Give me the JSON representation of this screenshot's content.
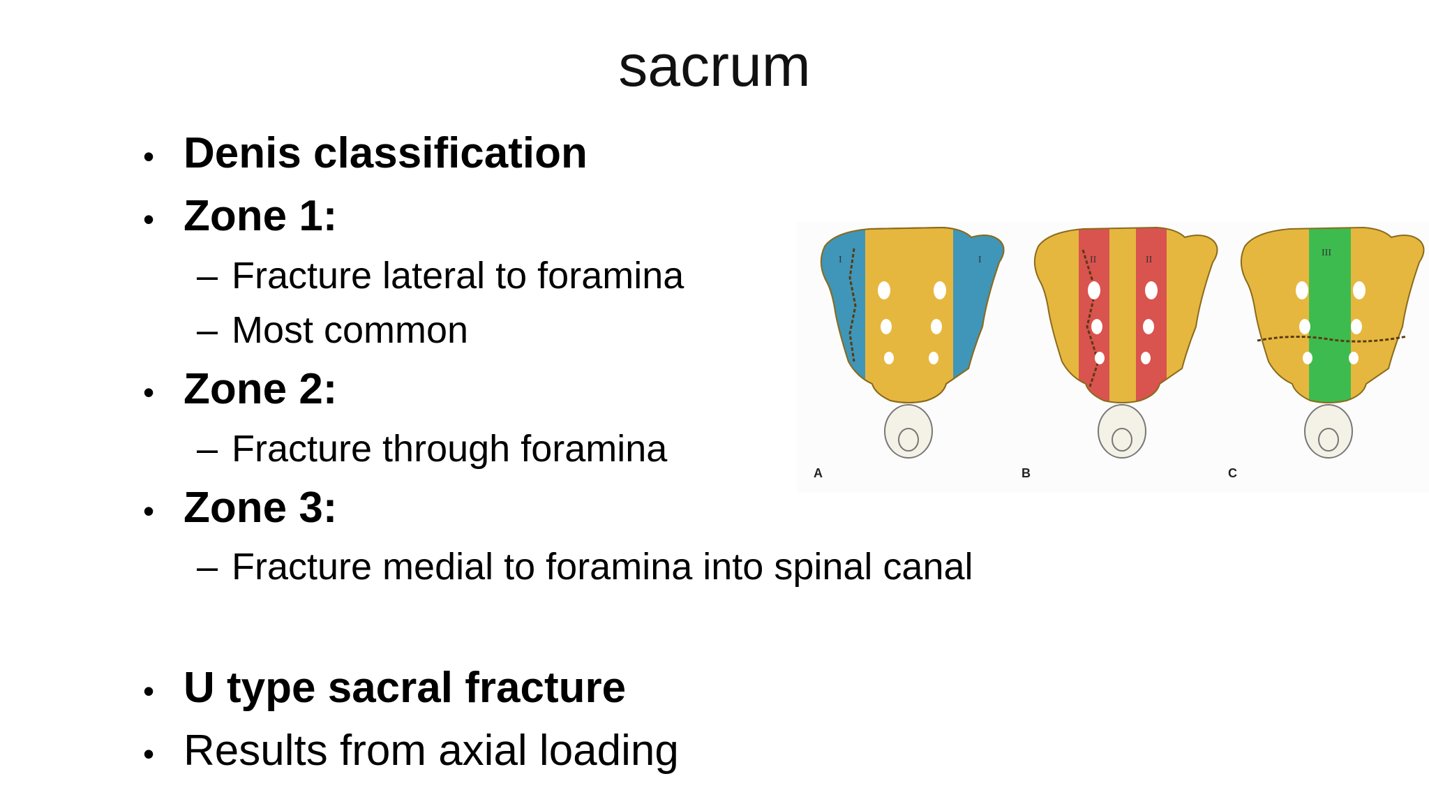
{
  "slide": {
    "title": "sacrum",
    "bullets": [
      {
        "marker": "•",
        "text": "Denis classification",
        "bold": true
      },
      {
        "marker": "•",
        "text": "Zone 1:",
        "bold": true
      },
      {
        "marker": "–",
        "text": "Fracture lateral to foramina"
      },
      {
        "marker": "–",
        "text": "Most common"
      },
      {
        "marker": "•",
        "text": "Zone 2:",
        "bold": true
      },
      {
        "marker": "–",
        "text": "Fracture through foramina"
      },
      {
        "marker": "•",
        "text": "Zone 3:",
        "bold": true
      },
      {
        "marker": "–",
        "text": "Fracture medial to foramina into spinal canal"
      },
      {
        "marker": "•",
        "text": "U type sacral fracture",
        "bold": true
      },
      {
        "marker": "•",
        "text": "Results from axial loading"
      }
    ]
  },
  "figure": {
    "panels": [
      {
        "label": "A",
        "zone_mark": "I",
        "zone_color": "#3f96b8"
      },
      {
        "label": "B",
        "zone_mark": "II",
        "zone_color": "#d9534f"
      },
      {
        "label": "C",
        "zone_mark": "III",
        "zone_color": "#3dbb4e"
      }
    ],
    "bone_color": "#e6b73f"
  }
}
